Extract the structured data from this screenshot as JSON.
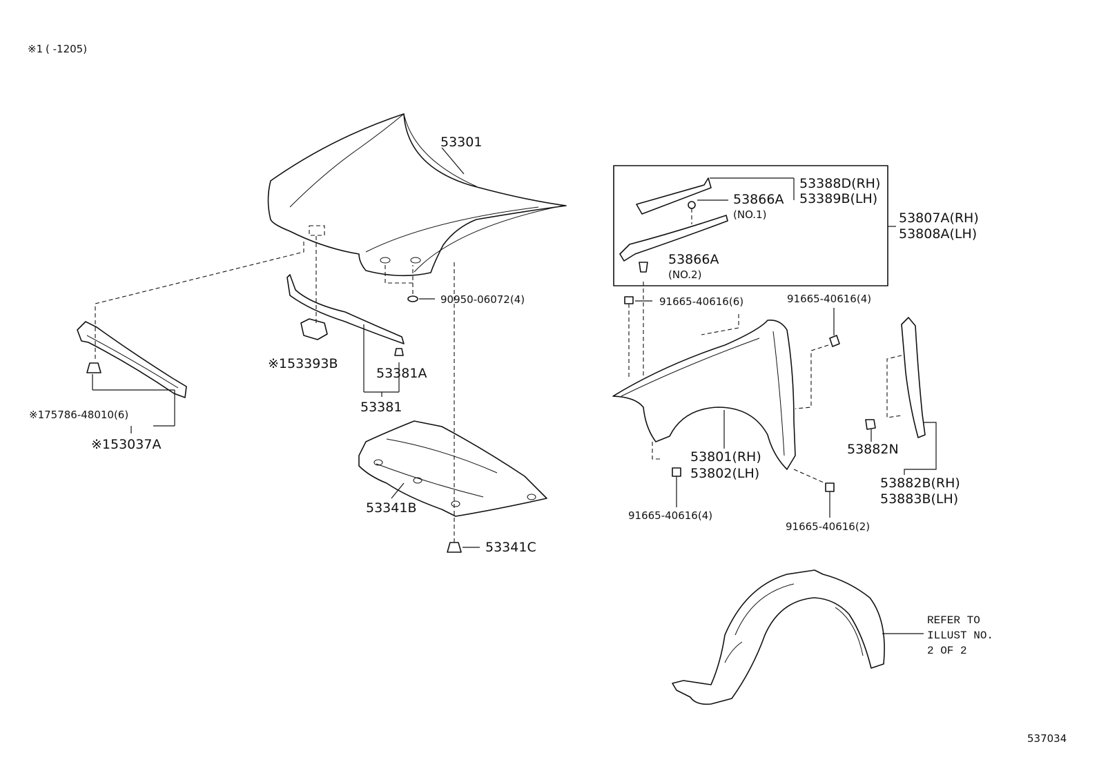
{
  "header_note": {
    "mark": "※1",
    "text": "(       -1205)"
  },
  "diagram_id": "537034",
  "parts": {
    "hood": "53301",
    "hood_hole_plug": "90950-06072(4)",
    "hood_seal": "53381",
    "hood_seal_clip": "53381A",
    "hood_bracket": "※153393B",
    "seal_assy": "※153037A",
    "seal_clip": "※175786-48010(6)",
    "hood_insulator": "53341B",
    "insulator_retainer": "53341C",
    "protector_rh": "53388D(RH)",
    "protector_lh": "53389B(LH)",
    "clip_no1": "53866A",
    "clip_no1_note": "(NO.1)",
    "clip_no2": "53866A",
    "clip_no2_note": "(NO.2)",
    "seal_set_rh": "53807A(RH)",
    "seal_set_lh": "53808A(LH)",
    "bolt_top_left": "91665-40616(6)",
    "bolt_top_right": "91665-40616(4)",
    "bolt_bottom_left": "91665-40616(4)",
    "bolt_bottom_right": "91665-40616(2)",
    "fender_rh": "53801(RH)",
    "fender_lh": "53802(LH)",
    "fender_clip": "53882N",
    "fender_seal_rh": "53882B(RH)",
    "fender_seal_lh": "53883B(LH)"
  },
  "refer_note": [
    "REFER TO",
    "ILLUST NO.",
    "2 OF 2"
  ]
}
